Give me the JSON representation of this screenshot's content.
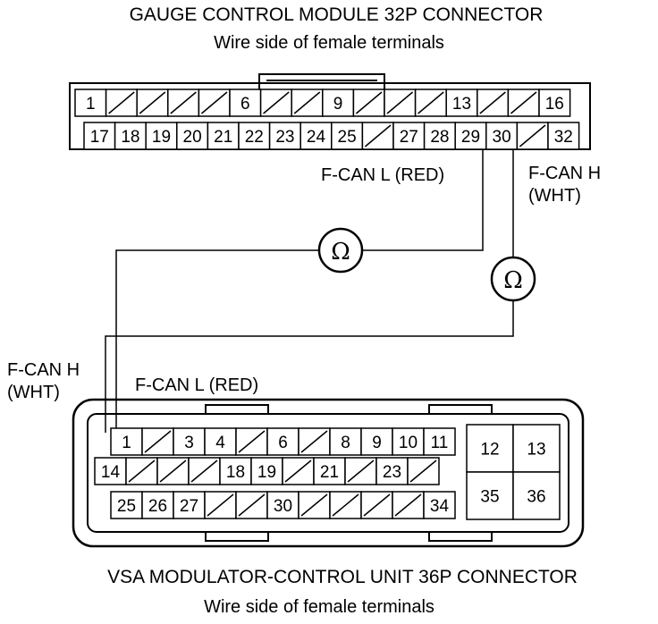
{
  "gauge": {
    "title": "GAUGE CONTROL MODULE 32P CONNECTOR",
    "subtitle": "Wire side of female terminals",
    "row1": [
      "1",
      "",
      "",
      "",
      "",
      "6",
      "",
      "",
      "9",
      "",
      "",
      "",
      "13",
      "",
      "",
      "16"
    ],
    "row2": [
      "17",
      "18",
      "19",
      "20",
      "21",
      "22",
      "23",
      "24",
      "25",
      "",
      "27",
      "28",
      "29",
      "30",
      "",
      "32"
    ]
  },
  "vsa": {
    "title": "VSA MODULATOR-CONTROL UNIT 36P CONNECTOR",
    "subtitle": "Wire side of female terminals",
    "row1": [
      "1",
      "",
      "3",
      "4",
      "",
      "6",
      "",
      "8",
      "9",
      "10",
      "11"
    ],
    "row2": [
      "14",
      "",
      "",
      "",
      "18",
      "19",
      "",
      "21",
      "",
      "23",
      ""
    ],
    "row3": [
      "25",
      "26",
      "27",
      "",
      "",
      "30",
      "",
      "",
      "",
      "",
      "34"
    ],
    "block": [
      "12",
      "13",
      "35",
      "36"
    ]
  },
  "wires": {
    "fcan_l_upper": "F-CAN L (RED)",
    "fcan_h_upper_1": "F-CAN H",
    "fcan_h_upper_2": "(WHT)",
    "fcan_h_lower_1": "F-CAN H",
    "fcan_h_lower_2": "(WHT)",
    "fcan_l_lower": "F-CAN L (RED)"
  },
  "meters": {
    "symbol": "Ω"
  }
}
